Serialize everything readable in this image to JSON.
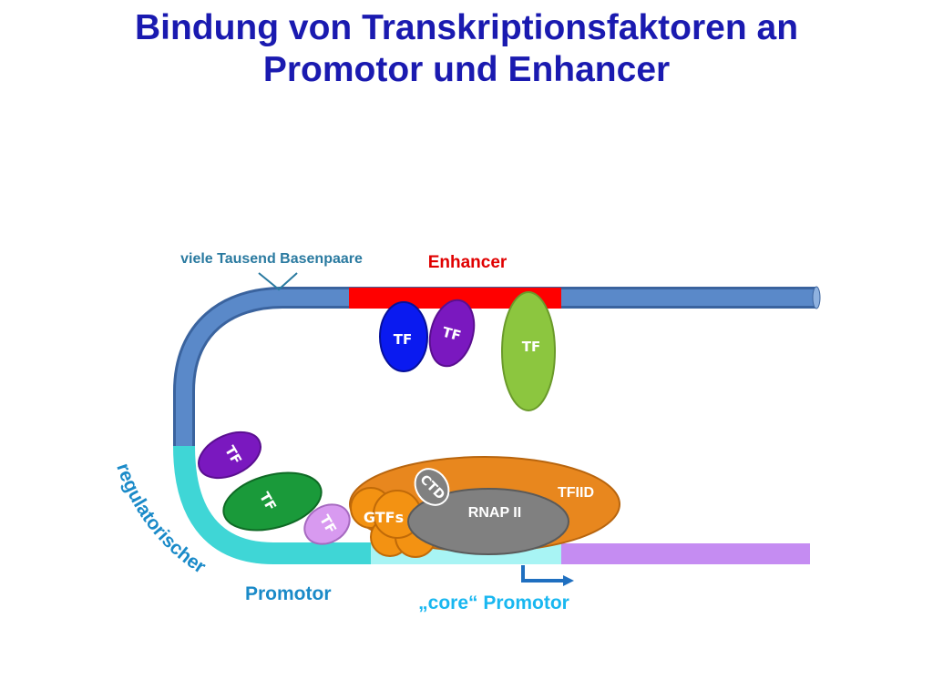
{
  "title": {
    "line1": "Bindung von Transkriptionsfaktoren an",
    "line2": "Promotor und Enhancer"
  },
  "labels": {
    "distance": "viele Tausend Basenpaare",
    "enhancer": "Enhancer",
    "regulatory_promoter_part1": "regulatorischer",
    "regulatory_promoter_part2": "Promotor",
    "core_promoter": "„core“ Promotor",
    "tfiid": "TFIID",
    "rnap": "RNAP II",
    "ctd": "CTD",
    "gtfs": "GTFs"
  },
  "factors": {
    "enhancer_tf_blue": "TF",
    "enhancer_tf_purple": "TF",
    "enhancer_tf_green": "TF",
    "promoter_tf_purple": "TF",
    "promoter_tf_green": "TF",
    "promoter_tf_lilac": "TF"
  },
  "colors": {
    "title": "#1A1AB0",
    "dna": "#4F7FBF",
    "enhancer_region": "#FF0000",
    "regulatory_promoter_region": "#3FD6D6",
    "core_promoter_region": "#A8F4F4",
    "transcribed_region": "#C58CF2",
    "tfiid": "#E8871E",
    "rnap": "#808080",
    "gtfs": "#F39212",
    "tf_blue": "#0A1AF0",
    "tf_purple": "#7A18BF",
    "tf_green_light": "#8CC63F",
    "tf_green_dark": "#1A9A3A",
    "tf_lilac": "#D89AF0",
    "enhancer_label": "#E00000",
    "distance_label": "#2A7AA0",
    "promoter_label": "#1A8AC8",
    "core_label": "#19B7F0",
    "arrow": "#1F6FC0"
  }
}
